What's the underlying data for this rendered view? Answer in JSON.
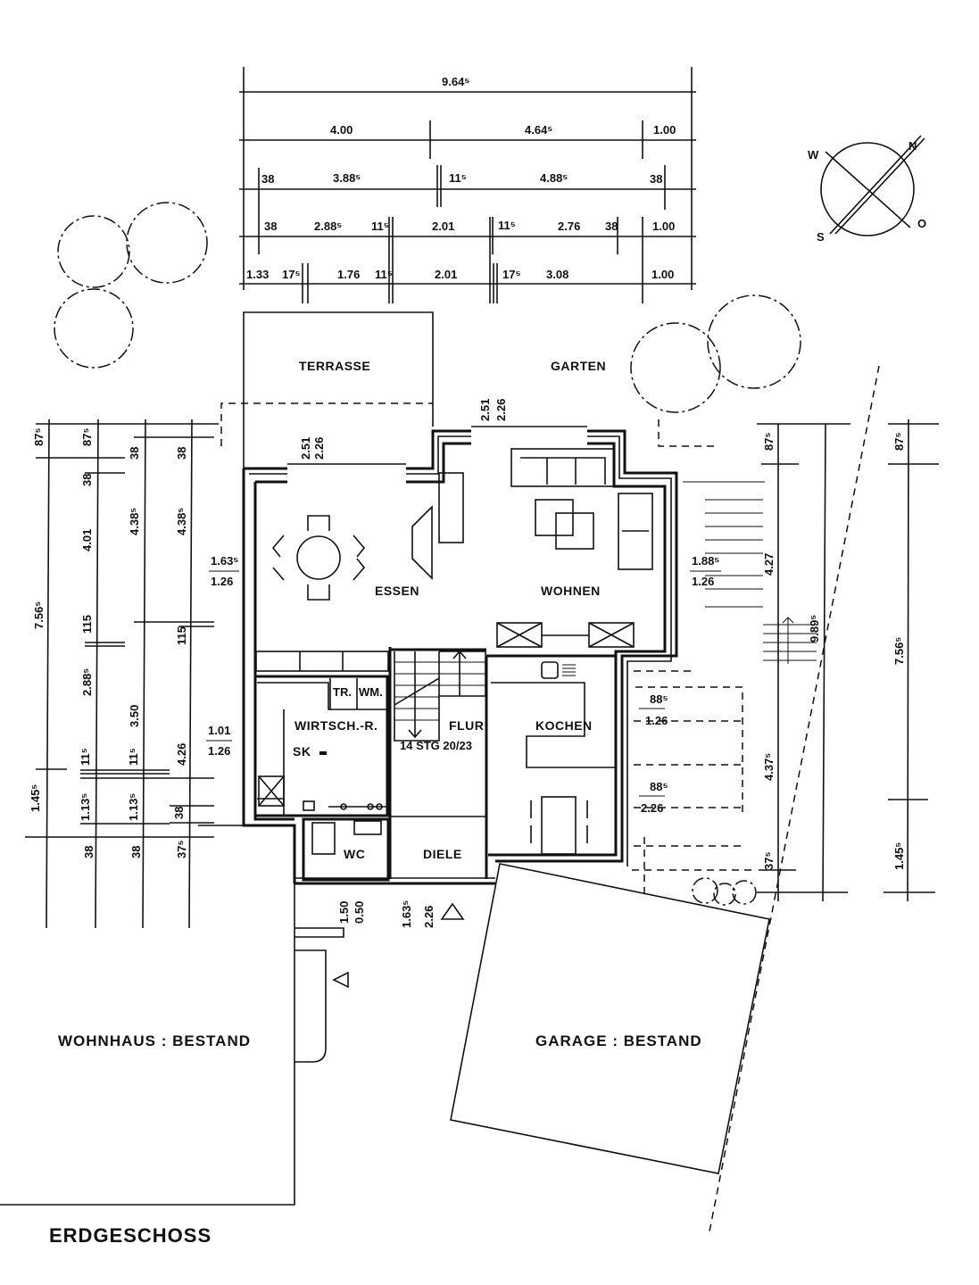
{
  "title": "ERDGESCHOSS",
  "rooms": {
    "terrasse": "TERRASSE",
    "garten": "GARTEN",
    "essen": "ESSEN",
    "wohnen": "WOHNEN",
    "wirtschaftsraum": "WIRTSCH.-R.",
    "sk": "SK",
    "tr": "TR.",
    "wm": "WM.",
    "flur": "FLUR",
    "stairs": "14 STG  20/23",
    "kochen": "KOCHEN",
    "wc": "WC",
    "diele": "DIELE",
    "wohnhaus": "WOHNHAUS : BESTAND",
    "garage": "GARAGE : BESTAND"
  },
  "compass": {
    "w": "W",
    "n": "N",
    "o": "O",
    "s": "S"
  },
  "dims_top": {
    "row1": [
      "9.64⁵"
    ],
    "row2": [
      "4.00",
      "4.64⁵",
      "1.00"
    ],
    "row3": [
      "38",
      "3.88⁵",
      "11⁵",
      "4.88⁵",
      "38"
    ],
    "row4": [
      "38",
      "2.88⁵",
      "11⁵",
      "2.01",
      "11⁵",
      "2.76",
      "38",
      "1.00"
    ],
    "row5": [
      "1.33",
      "17⁵",
      "1.76",
      "11⁵",
      "2.01",
      "17⁵",
      "3.08",
      "1.00"
    ]
  },
  "dims_left": {
    "col1": [
      "87⁵",
      "7.56⁵",
      "1.45⁵"
    ],
    "col2": [
      "87⁵",
      "38",
      "4.01",
      "115",
      "2.88⁵",
      "11⁵",
      "1.13⁵",
      "38"
    ],
    "col3": [
      "38",
      "4.38⁵",
      "3.50",
      "11⁵",
      "1.13⁵",
      "38"
    ],
    "col4": [
      "38",
      "4.38⁵",
      "115",
      "4.26",
      "38",
      "37⁵"
    ]
  },
  "dims_right": {
    "col1": [
      "87⁵",
      "4.27",
      "4.37⁵",
      "37⁵"
    ],
    "stair": "9.89⁵",
    "col2": [
      "87⁵",
      "7.56⁵",
      "1.45⁵"
    ]
  },
  "openings": {
    "essen_window": [
      "1.63⁵",
      "1.26"
    ],
    "wirtsch_window": [
      "1.01",
      "1.26"
    ],
    "wohnen_window": [
      "1.88⁵",
      "1.26"
    ],
    "kochen_window1": [
      "88⁵",
      "1.26"
    ],
    "kochen_window2": [
      "88⁵",
      "2.26"
    ],
    "essen_door": [
      "2.51",
      "2.26"
    ],
    "wohnen_door": [
      "2.51",
      "2.26"
    ],
    "wc_window": [
      "1.50",
      "0.50"
    ],
    "entrance": [
      "1.63⁵",
      "2.26"
    ]
  }
}
